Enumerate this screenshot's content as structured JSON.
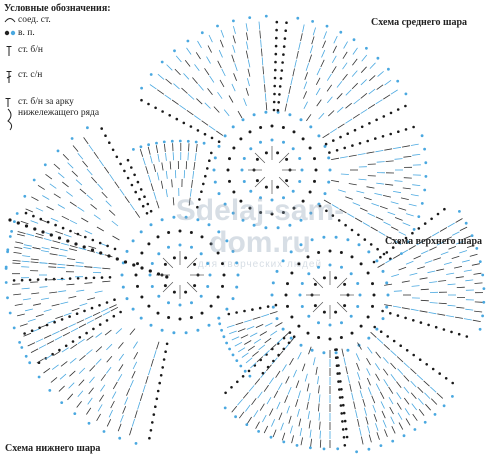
{
  "legend": {
    "title": "Условные обозначения:",
    "items": [
      {
        "symbol": "slip-stitch-icon",
        "label": "соед. ст."
      },
      {
        "symbol": "chain-icon",
        "label": "в. п."
      },
      {
        "symbol": "single-crochet-icon",
        "label": "ст. б/н"
      },
      {
        "symbol": "double-crochet-icon",
        "label": "ст. с/н"
      },
      {
        "symbol": "sc-under-arc-icon",
        "label": "ст. б/н за арку нижележащего ряда"
      }
    ]
  },
  "labels": {
    "middle": "Схема среднего шара",
    "top": "Схема верхнего шара",
    "bottom": "Схема нижнего шара"
  },
  "watermark": {
    "site": "Sdelaj-sam-dom.ru",
    "tagline": "для творческих людей"
  },
  "colors": {
    "blue": "#4aa8e0",
    "black": "#1a1a1a",
    "gray": "#555555"
  }
}
